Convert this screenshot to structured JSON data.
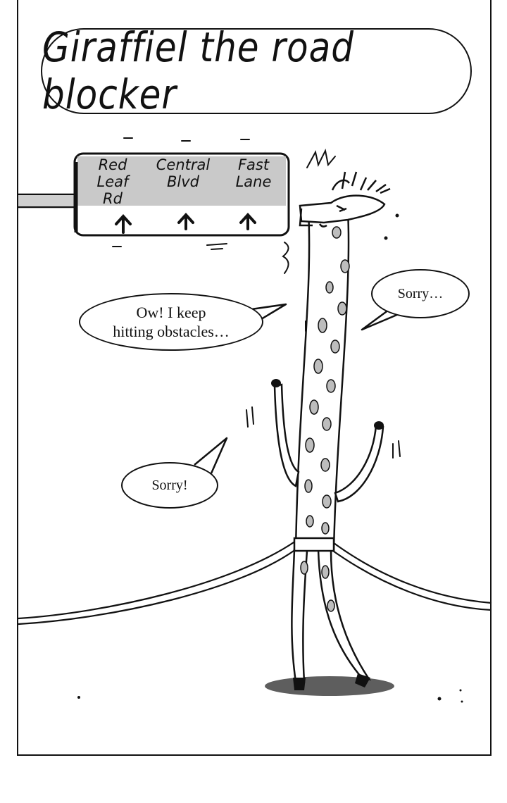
{
  "title": "Giraffiel the road blocker",
  "sign": {
    "items": [
      {
        "label": "Red Leaf\nRd",
        "arrow": "up"
      },
      {
        "label": "Central\nBlvd",
        "arrow": "up"
      },
      {
        "label": "Fast\nLane",
        "arrow": "up"
      }
    ]
  },
  "bubbles": {
    "obstacle": "Ow! I keep\nhitting obstacles…",
    "sorry_right": "Sorry…",
    "sorry_left": "Sorry!"
  },
  "colors": {
    "ink": "#111111",
    "sign_fill": "#c9c9c9",
    "shadow": "#5e5e5e"
  }
}
